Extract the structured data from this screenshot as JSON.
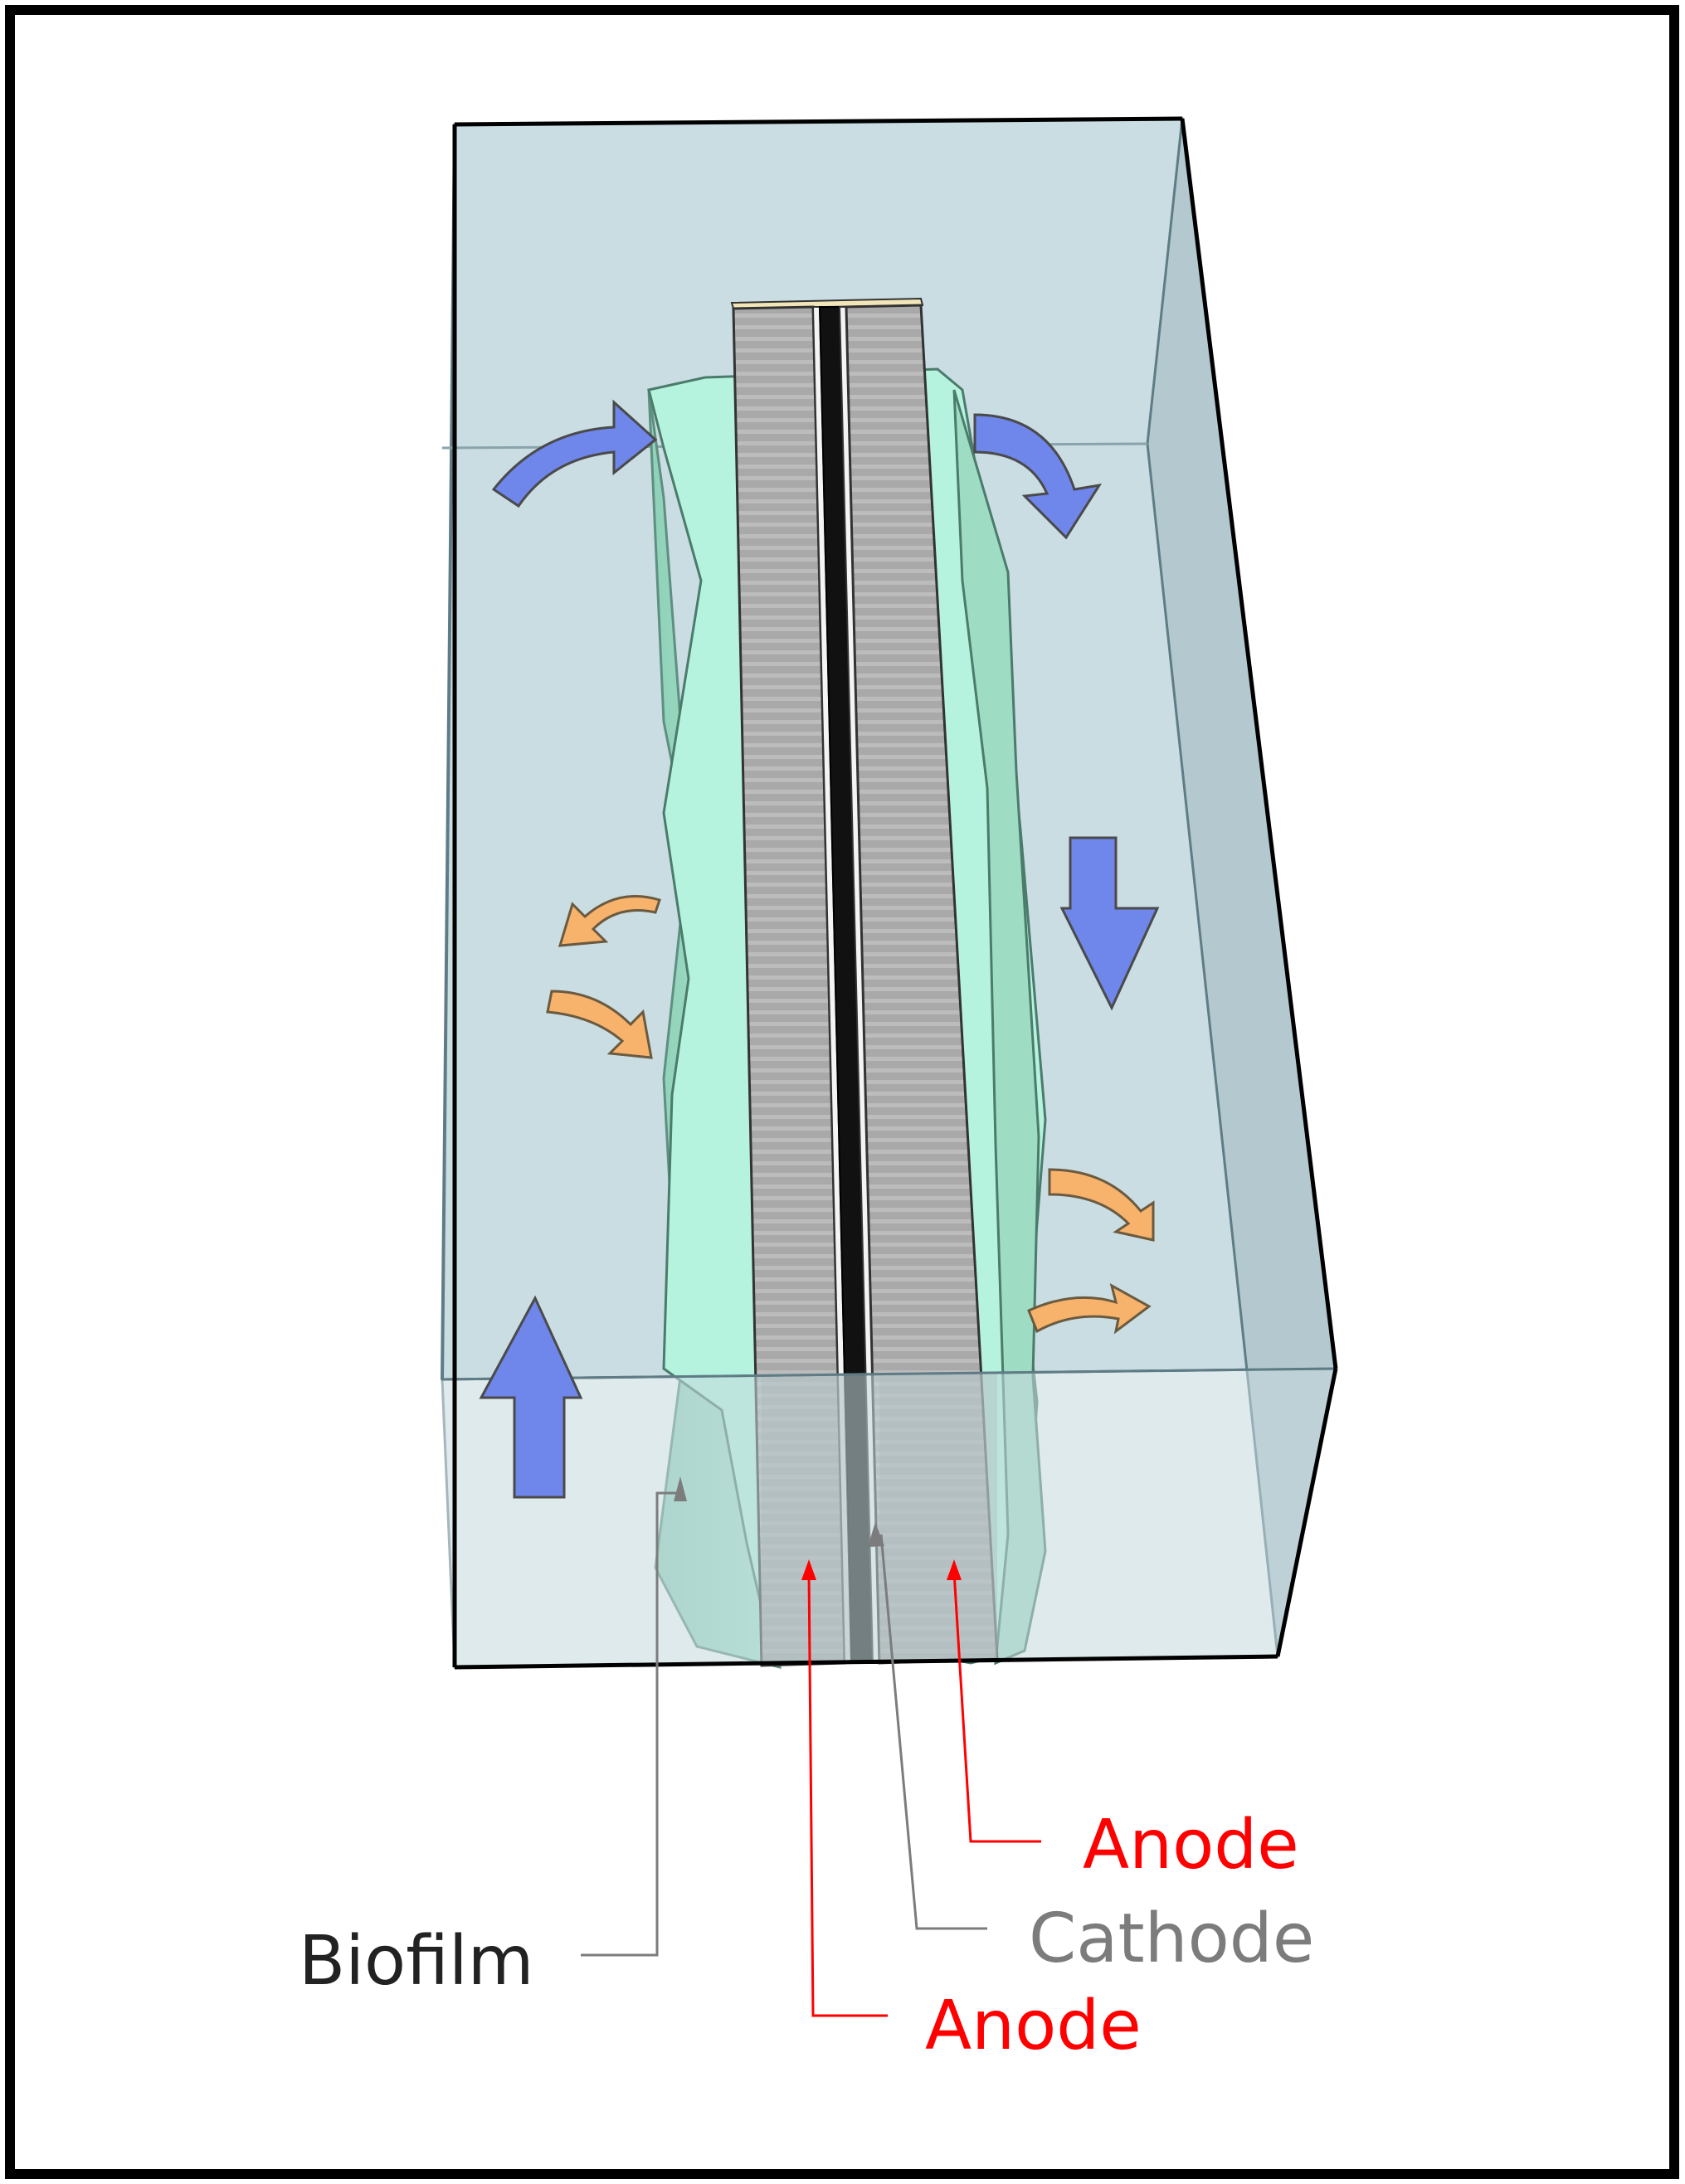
{
  "labels": {
    "biofilm": "Biofilm",
    "cathode": "Cathode",
    "anode_upper": "Anode",
    "anode_lower": "Anode"
  },
  "colors": {
    "frame": "#000000",
    "tank_back": "#c9dde2",
    "tank_right_wall": "#aec4cb",
    "tank_front": "#c6d9de",
    "tank_edge": "#5f7c86",
    "biofilm": "#b6f3de",
    "biofilm_side": "#8fcfb6",
    "electrode_gray": "#a7a7a7",
    "cathode_black": "#111111",
    "flow_arrow_blue": "#6f86ea",
    "eddy_arrow_orange": "#f7b26b",
    "anode_label": "#ff0000",
    "cathode_label": "#7c7c7c",
    "biofilm_label": "#222222"
  },
  "icons": {
    "flow_arrows": "curved-and-straight-blue-arrows",
    "eddy_arrows": "curved-orange-arrows"
  }
}
